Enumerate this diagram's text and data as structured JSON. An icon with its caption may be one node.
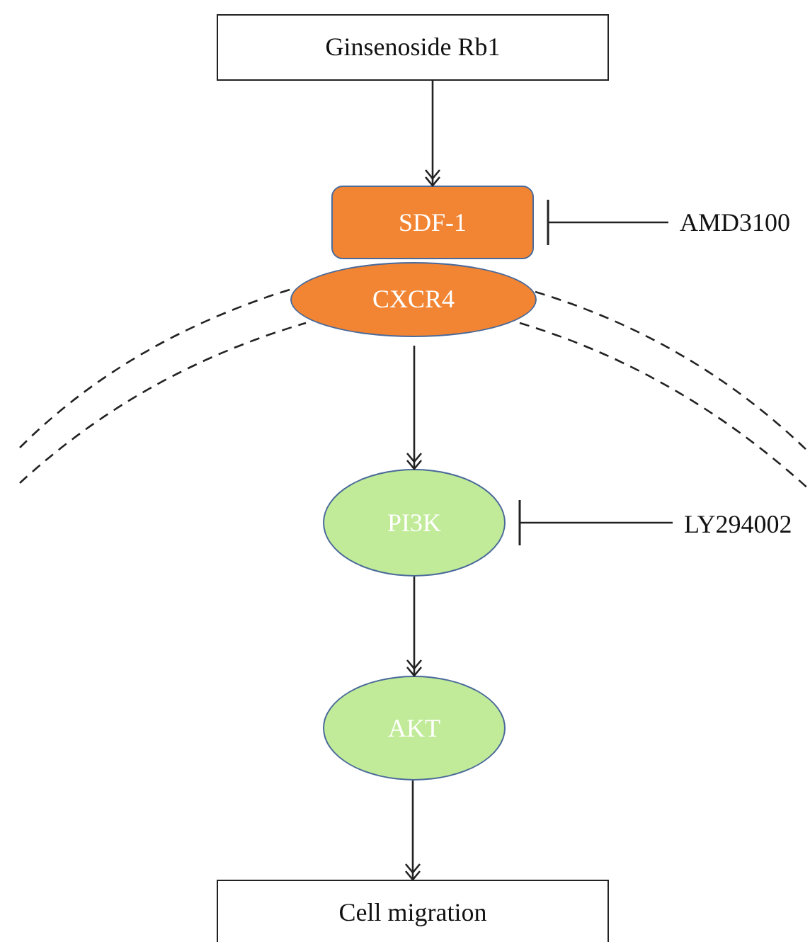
{
  "diagram": {
    "nodes": [
      {
        "text": [
          "Ginsenoside Rb1"
        ]
      },
      {
        "text": [
          "SDF-1"
        ]
      },
      {
        "text": [
          "CXCR4"
        ]
      },
      {
        "text": [
          "AMD3100"
        ]
      },
      {
        "text": [
          "PI3K"
        ]
      },
      {
        "text": [
          "LY294002"
        ]
      },
      {
        "text": [
          "AKT"
        ]
      },
      {
        "text": [
          "Cell migration"
        ]
      }
    ],
    "edges": [
      {
        "from": 0,
        "to": 1,
        "arrow": "to"
      },
      {
        "from": 3,
        "to": 1,
        "arrow": "other"
      },
      {
        "from": 2,
        "to": 4,
        "arrow": "to"
      },
      {
        "from": 5,
        "to": 4,
        "arrow": "other"
      },
      {
        "from": 4,
        "to": 6,
        "arrow": "to"
      },
      {
        "from": 6,
        "to": 7,
        "arrow": "to"
      }
    ]
  }
}
